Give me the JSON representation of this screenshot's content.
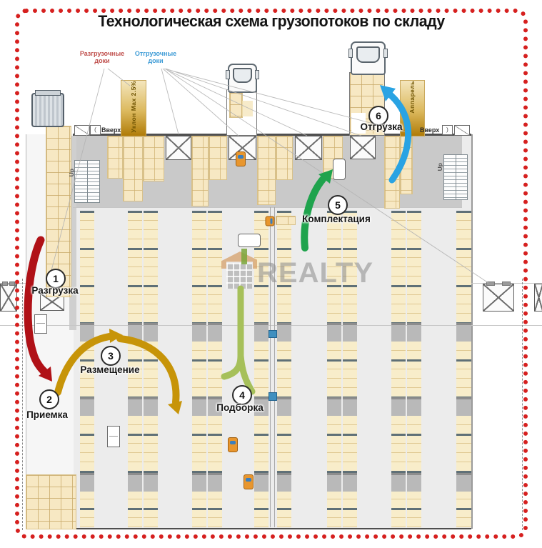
{
  "title": "Технологическая схема грузопотоков по складу",
  "dock_labels": {
    "unloading": "Разгрузочные доки",
    "shipping": "Отгрузочные доки"
  },
  "steps": [
    {
      "num": "1",
      "label": "Разгрузка"
    },
    {
      "num": "2",
      "label": "Приемка"
    },
    {
      "num": "3",
      "label": "Размещение"
    },
    {
      "num": "4",
      "label": "Подборка"
    },
    {
      "num": "5",
      "label": "Комплектация"
    },
    {
      "num": "6",
      "label": "Отгрузка"
    }
  ],
  "building": {
    "ramp_incline_label": "Уклон Max 2.5%",
    "ramp_apparel_label": "Аппарель",
    "wall_up_left": "Вверх",
    "wall_up_right": "Вверх",
    "stairs_left_label": "Up",
    "stairs_right_label": "Up"
  },
  "watermark_text": "REALTY",
  "colors": {
    "frame_red": "#d6201f",
    "flow_unloading": "#b01117",
    "flow_placement": "#c79408",
    "flow_picking": "#a6c05a",
    "flow_completion": "#1fa34d",
    "flow_shipping": "#29a3e3",
    "dock_label_unloading": "#c0504d",
    "dock_label_shipping": "#3d9bd6"
  }
}
